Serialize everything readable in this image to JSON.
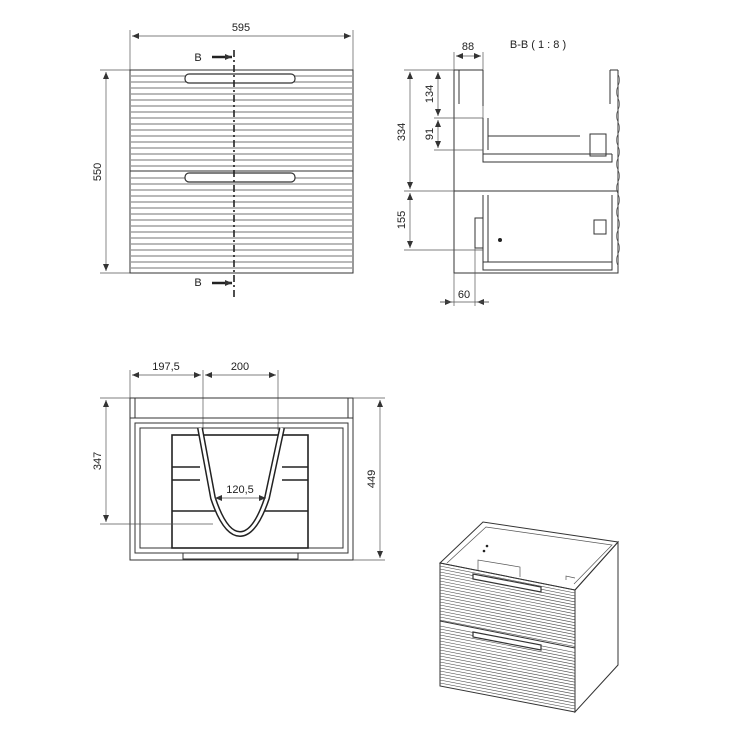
{
  "front_view": {
    "width_label": "595",
    "height_label": "550",
    "section_top_label": "B",
    "section_bottom_label": "B"
  },
  "section_view": {
    "title": "B-B ( 1 : 8 )",
    "depth_label": "88",
    "dim_134": "134",
    "dim_334": "334",
    "dim_91": "91",
    "dim_155": "155",
    "dim_60": "60"
  },
  "top_view": {
    "offset_label": "197,5",
    "cutout_width_label": "200",
    "depth_label": "347",
    "total_depth_label": "449",
    "inner_label": "120,5"
  },
  "iso_view": {}
}
